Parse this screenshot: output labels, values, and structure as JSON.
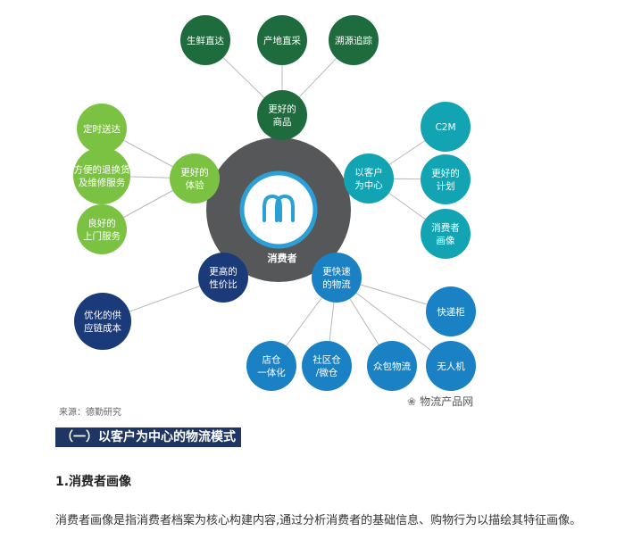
{
  "diagram": {
    "center": {
      "label": "消费者"
    },
    "hubs": [
      {
        "id": "goods",
        "lines": [
          "更好的",
          "商品"
        ],
        "color": "#1e6b3e",
        "leaves": [
          {
            "lines": [
              "生鲜直达"
            ],
            "color": "#1e6b3e"
          },
          {
            "lines": [
              "产地直采"
            ],
            "color": "#1e6b3e"
          },
          {
            "lines": [
              "溯源追踪"
            ],
            "color": "#1e6b3e"
          }
        ]
      },
      {
        "id": "experience",
        "lines": [
          "更好的",
          "体验"
        ],
        "color": "#7cc242",
        "leaves": [
          {
            "lines": [
              "定时送达"
            ],
            "color": "#7cc242"
          },
          {
            "lines": [
              "方便的退换货",
              "及维修服务"
            ],
            "color": "#7cc242"
          },
          {
            "lines": [
              "良好的",
              "上门服务"
            ],
            "color": "#7cc242"
          }
        ]
      },
      {
        "id": "customer-centric",
        "lines": [
          "以客户",
          "为中心"
        ],
        "color": "#13a4b4",
        "leaves": [
          {
            "lines": [
              "C2M"
            ],
            "color": "#13a4b4"
          },
          {
            "lines": [
              "更好的",
              "计划"
            ],
            "color": "#13a4b4"
          },
          {
            "lines": [
              "消费者",
              "画像"
            ],
            "color": "#13a4b4"
          }
        ]
      },
      {
        "id": "value",
        "lines": [
          "更高的",
          "性价比"
        ],
        "color": "#1a3a7a",
        "leaves": [
          {
            "lines": [
              "优化的供",
              "应链成本"
            ],
            "color": "#1a3a7a"
          }
        ]
      },
      {
        "id": "logistics",
        "lines": [
          "更快速",
          "的物流"
        ],
        "color": "#1a82c4",
        "leaves": [
          {
            "lines": [
              "快递柜"
            ],
            "color": "#1a82c4"
          },
          {
            "lines": [
              "无人机"
            ],
            "color": "#1a82c4"
          },
          {
            "lines": [
              "众包物流"
            ],
            "color": "#1a82c4"
          },
          {
            "lines": [
              "社区仓",
              "/微仓"
            ],
            "color": "#1a82c4"
          },
          {
            "lines": [
              "店仓",
              "一体化"
            ],
            "color": "#1a82c4"
          }
        ]
      }
    ]
  },
  "source": "来源：德勤研究",
  "watermark": "物流产品网",
  "section_heading": "（一）以客户为中心的物流模式",
  "sub_heading": "1.消费者画像",
  "paragraph": "消费者画像是指消费者档案为核心构建内容,通过分析消费者的基础信息、购物行为以描绘其特征画像。"
}
